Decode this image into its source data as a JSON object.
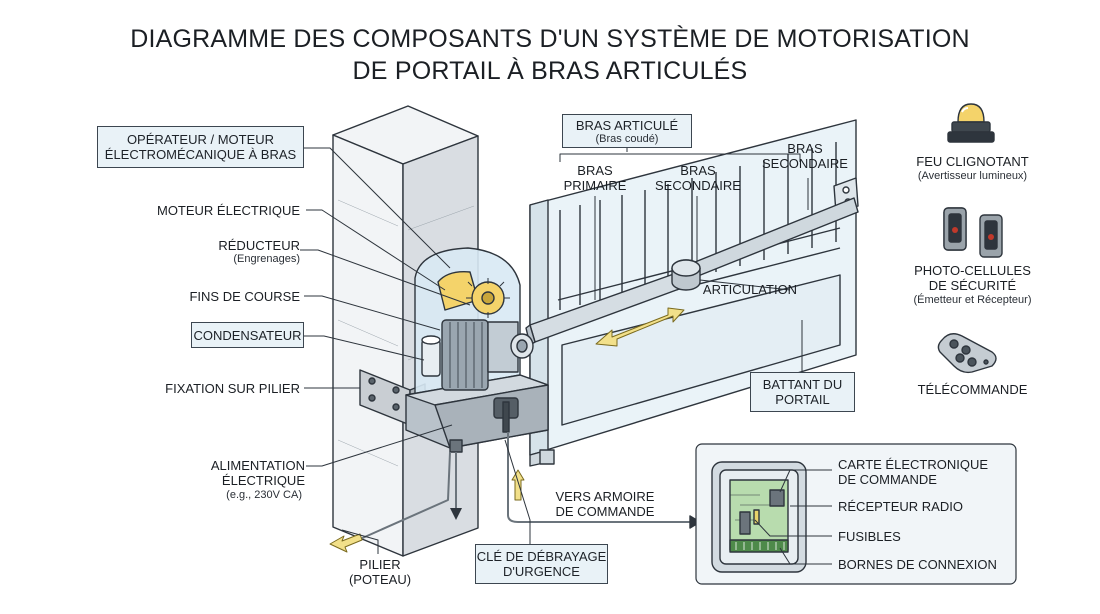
{
  "title": {
    "line1": "DIAGRAMME DES COMPOSANTS  D'UN SYSTÈME DE MOTORISATION",
    "line2": "DE PORTAIL À BRAS ARTICULÉS"
  },
  "labels": {
    "operator": [
      "OPÉRATEUR / MOTEUR",
      "ÉLECTROMÉCANIQUE À BRAS"
    ],
    "motor": "MOTEUR ÉLECTRIQUE",
    "reducer": "RÉDUCTEUR",
    "reducer_sub": "(Engrenages)",
    "limit_switch": "FINS DE COURSE",
    "capacitor": "CONDENSATEUR",
    "pillar_mount": "FIXATION SUR PILIER",
    "power": [
      "ALIMENTATION",
      "ÉLECTRIQUE"
    ],
    "power_sub": "(e.g., 230V CA)",
    "pillar": [
      "PILIER",
      "(POTEAU)"
    ],
    "release_key": [
      "CLÉ DE DÉBRAYAGE",
      "D'URGENCE"
    ],
    "to_cabinet": [
      "VERS ARMOIRE",
      "DE COMMANDE"
    ],
    "arm": "BRAS ARTICULÉ",
    "arm_sub": "(Bras coudé)",
    "primary_arm": [
      "BRAS",
      "PRIMAIRE"
    ],
    "secondary_arm_1": [
      "BRAS",
      "SECONDAIRE"
    ],
    "secondary_arm_2": [
      "BRAS",
      "SECONDAIRE"
    ],
    "articulation": "ARTICULATION",
    "gate_leaf": [
      "BATTANT DU",
      "PORTAIL"
    ],
    "flasher": "FEU CLIGNOTANT",
    "flasher_sub": "(Avertisseur lumineux)",
    "photocells": [
      "PHOTO-CELLULES",
      "DE SÉCURITÉ"
    ],
    "photocells_sub": "(Émetteur et Récepteur)",
    "remote": "TÉLÉCOMMANDE",
    "board": [
      "CARTE ÉLECTRONIQUE",
      "DE COMMANDE"
    ],
    "radio": "RÉCEPTEUR RADIO",
    "fuses": "FUSIBLES",
    "terminals": "BORNES DE CONNEXION"
  },
  "colors": {
    "line": "#2e353d",
    "box_fill": "#e9f2f7",
    "pillar_light": "#f2f4f6",
    "pillar_shade": "#d9dde2",
    "gate_fill": "#eaf3f8",
    "cover_blue": "#d8e9f4",
    "gear_yellow": "#f4d36a",
    "arrow_yellow": "#f2e08a",
    "board_green": "#b8dcae",
    "motor_gray": "#b9c2ca"
  },
  "icons": [
    "warning-light-icon",
    "photocell-icon",
    "remote-control-icon",
    "control-board-icon",
    "gear-icon",
    "mounting-bracket-icon"
  ]
}
